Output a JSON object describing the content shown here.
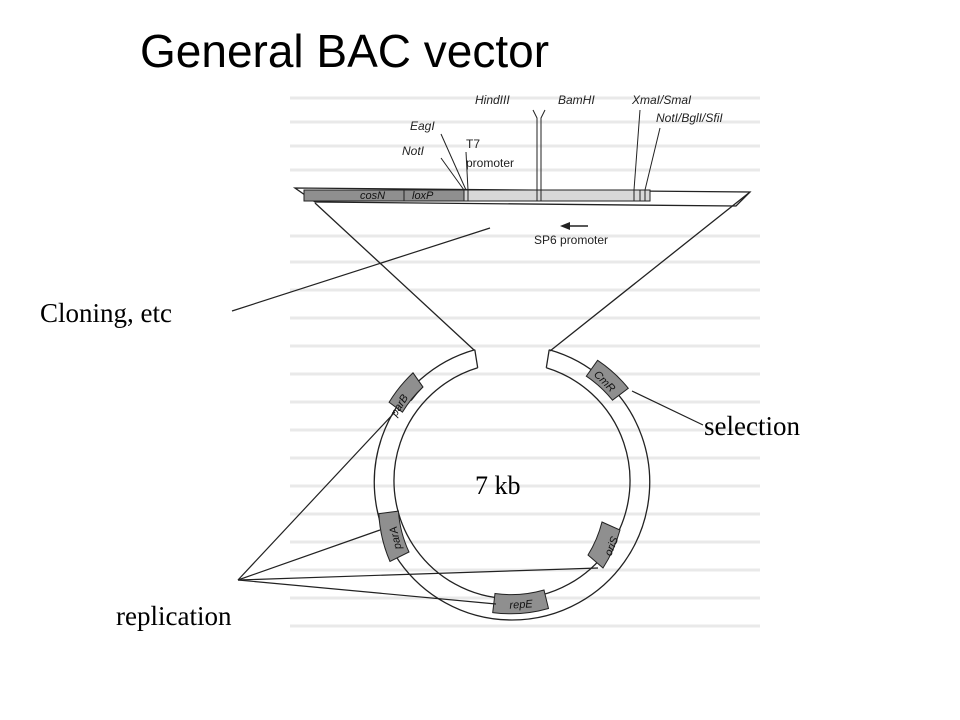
{
  "title": "General BAC vector",
  "callouts": {
    "cloning": "Cloning, etc",
    "selection": "selection",
    "replication": "replication"
  },
  "figure": {
    "size_label": "7 kb",
    "sites": {
      "hind": "HindIII",
      "bam": "BamHI",
      "xma": "XmaI/SmaI",
      "not_bgl_sfi": "NotI/BglI/SfiI",
      "eag": "EagI",
      "not": "NotI",
      "t7_line1": "T7",
      "t7_line2": "promoter",
      "sp6": "SP6 promoter"
    },
    "bar_elements": {
      "cosN": "cosN",
      "loxP": "loxP"
    },
    "ring_genes": {
      "cmR": "CmR",
      "parB": "parB",
      "parA": "parA",
      "repE": "repE",
      "oriS": "oriS"
    }
  },
  "colors": {
    "gene_fill": "#8f8f8f",
    "mcs_fill": "#d8d8d8",
    "line": "#222222",
    "background": "#ffffff"
  }
}
